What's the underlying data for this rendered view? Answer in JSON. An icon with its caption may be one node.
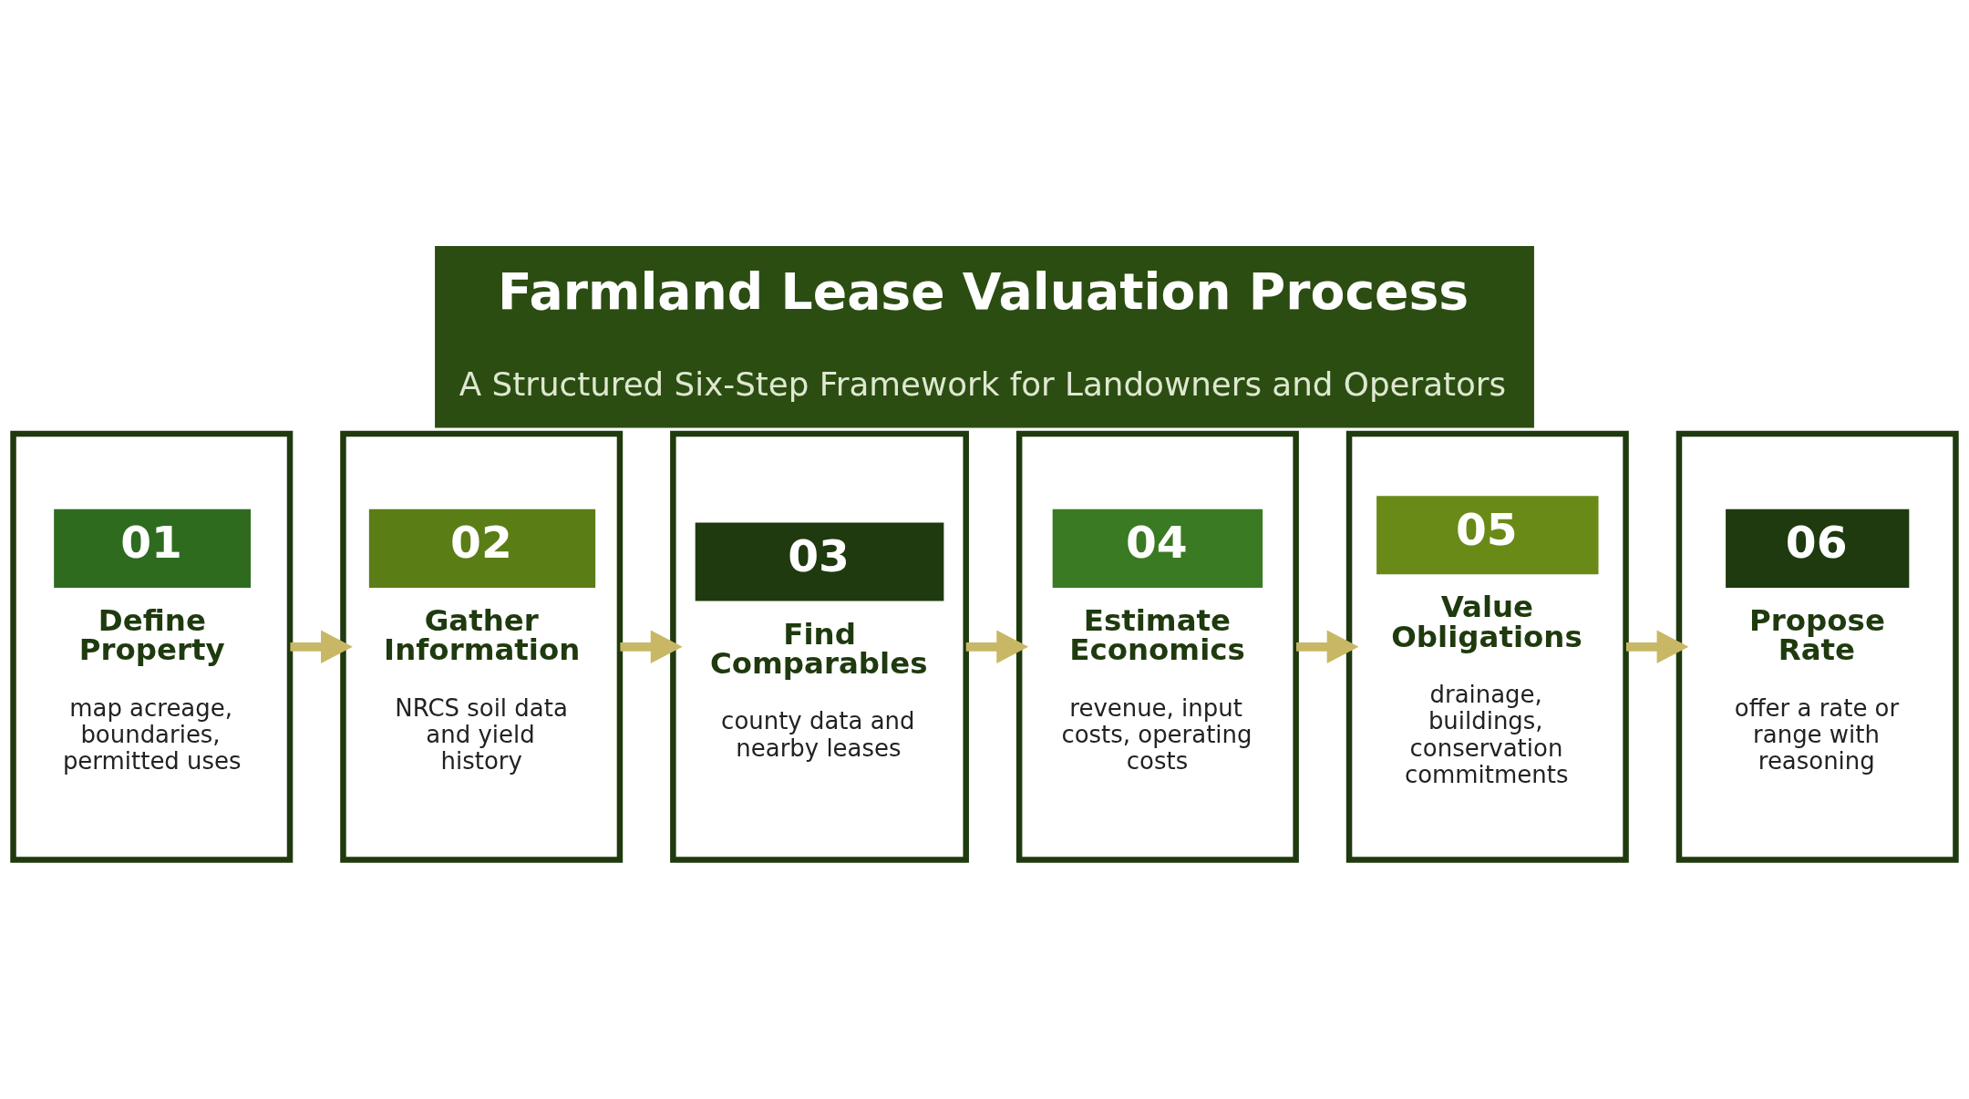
{
  "diagram": {
    "title": "Farmland Lease Valuation Process",
    "caption": "A Structured Six-Step Framework for Landowners and Operators",
    "nodes": [
      {
        "text": [
          "01",
          "Define Property",
          "map acreage, boundaries, permitted uses"
        ]
      },
      {
        "text": [
          "02",
          "Gather Information",
          "NRCS soil data and yield history"
        ]
      },
      {
        "text": [
          "03",
          "Find Comparables",
          "county data and nearby leases"
        ]
      },
      {
        "text": [
          "04",
          "Estimate Economics",
          "revenue, input costs, operating costs"
        ]
      },
      {
        "text": [
          "05",
          "Value Obligations",
          "drainage, buildings, conservation commitments"
        ]
      },
      {
        "text": [
          "06",
          "Propose Rate",
          "offer a rate or range with reasoning"
        ]
      }
    ],
    "edges": [
      {
        "from": 0,
        "to": 1,
        "arrow": "to"
      },
      {
        "from": 1,
        "to": 2,
        "arrow": "to"
      },
      {
        "from": 2,
        "to": 3,
        "arrow": "to"
      },
      {
        "from": 3,
        "to": 4,
        "arrow": "to"
      },
      {
        "from": 4,
        "to": 5,
        "arrow": "to"
      }
    ]
  }
}
